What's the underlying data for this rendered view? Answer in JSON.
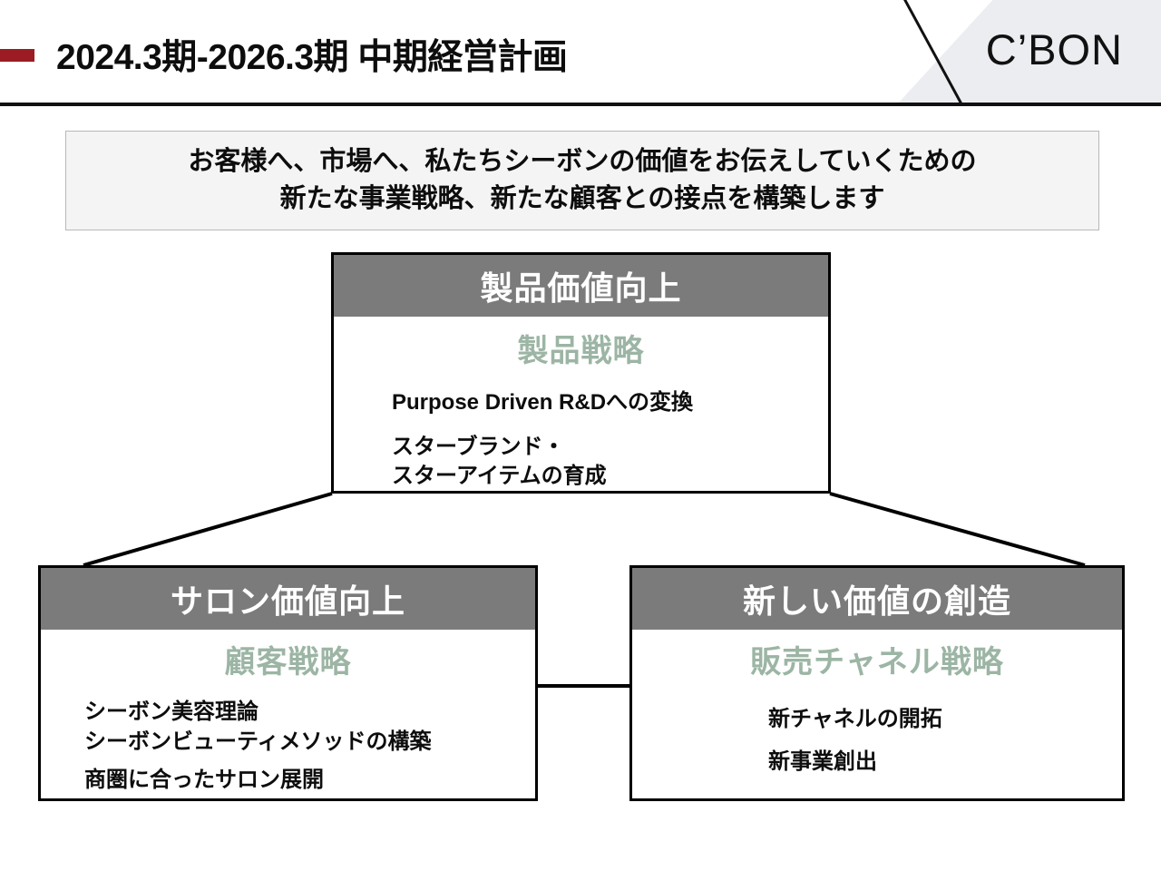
{
  "header": {
    "title": "2024.3期-2026.3期 中期経営計画",
    "logo_text": "C’BON",
    "accent_color": "#9c1c24",
    "logo_panel_color": "#ebedf0"
  },
  "subtitle": {
    "line1": "お客様へ、市場へ、私たちシーボンの価値をお伝えしていくための",
    "line2": "新たな事業戦略、新たな顧客との接点を構築します"
  },
  "colors": {
    "box_header_gray": "#7b7b7b",
    "strategy_green": "#9cb5a4",
    "box_border": "#000000"
  },
  "boxes": {
    "product": {
      "header": "製品価値向上",
      "strategy_label": "製品戦略",
      "bullets": [
        "Purpose Driven R&Dへの変換",
        "スターブランド・",
        "スターアイテムの育成"
      ]
    },
    "salon": {
      "header": "サロン価値向上",
      "strategy_label": "顧客戦略",
      "bullets": [
        "シーボン美容理論",
        "シーボンビューティメソッドの構築",
        "商圏に合ったサロン展開"
      ]
    },
    "newvalue": {
      "header": "新しい価値の創造",
      "strategy_label": "販売チャネル戦略",
      "bullets": [
        "新チャネルの開拓",
        "新事業創出"
      ]
    }
  }
}
